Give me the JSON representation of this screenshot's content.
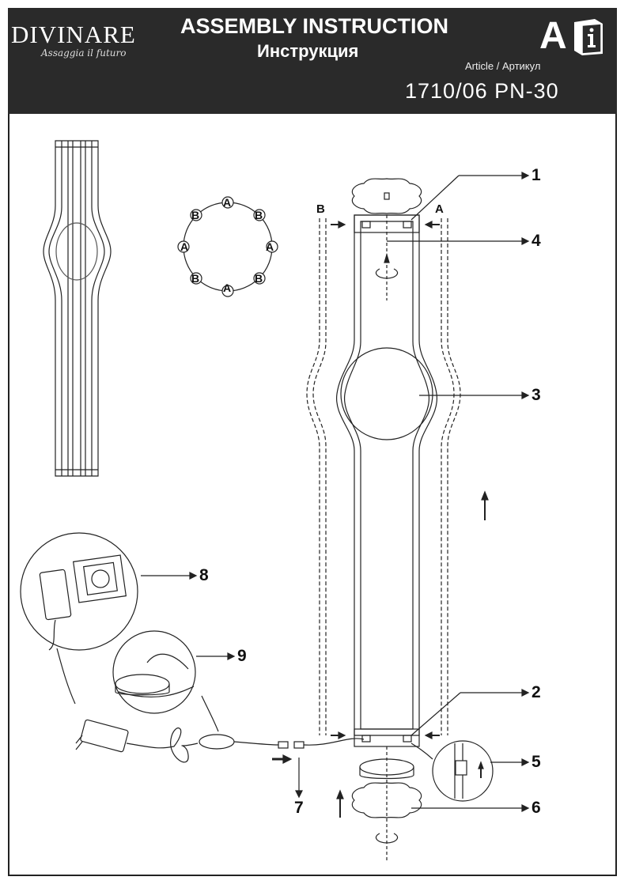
{
  "header": {
    "brand": "DIVINARE",
    "tagline": "Assaggia il futuro",
    "title_en": "ASSEMBLY INSTRUCTION",
    "title_ru": "Инструкция",
    "badge": "A",
    "article_label": "Article / Артикул",
    "article_number": "1710/06 PN-30"
  },
  "ring_labels": [
    "A",
    "B",
    "B",
    "A",
    "A",
    "B",
    "B",
    "A"
  ],
  "side_labels": {
    "left": "B",
    "right": "A"
  },
  "callouts": [
    "1",
    "2",
    "3",
    "4",
    "5",
    "6",
    "7",
    "8",
    "9"
  ],
  "icons": [
    "book-info-icon",
    "power-adapter-icon",
    "wall-socket-icon",
    "foot-switch-icon",
    "arrow-icon"
  ]
}
